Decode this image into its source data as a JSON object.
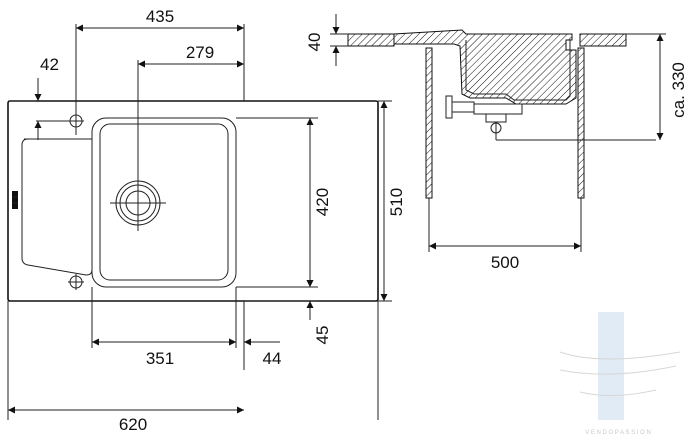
{
  "plan_view": {
    "dims": {
      "overall_width": "620",
      "overall_depth": "510",
      "bowl_width": "351",
      "bowl_depth": "420",
      "bowl_offset": "44",
      "bowl_front_gap": "45",
      "tap_hole_offset": "42",
      "drain_to_edge": "279",
      "inner_width": "435"
    }
  },
  "section_view": {
    "dims": {
      "worktop_thickness": "40",
      "installation_depth": "ca. 330",
      "cabinet_width": "500"
    }
  },
  "watermark": {
    "text": "V E N D O  P A S S I O N"
  }
}
